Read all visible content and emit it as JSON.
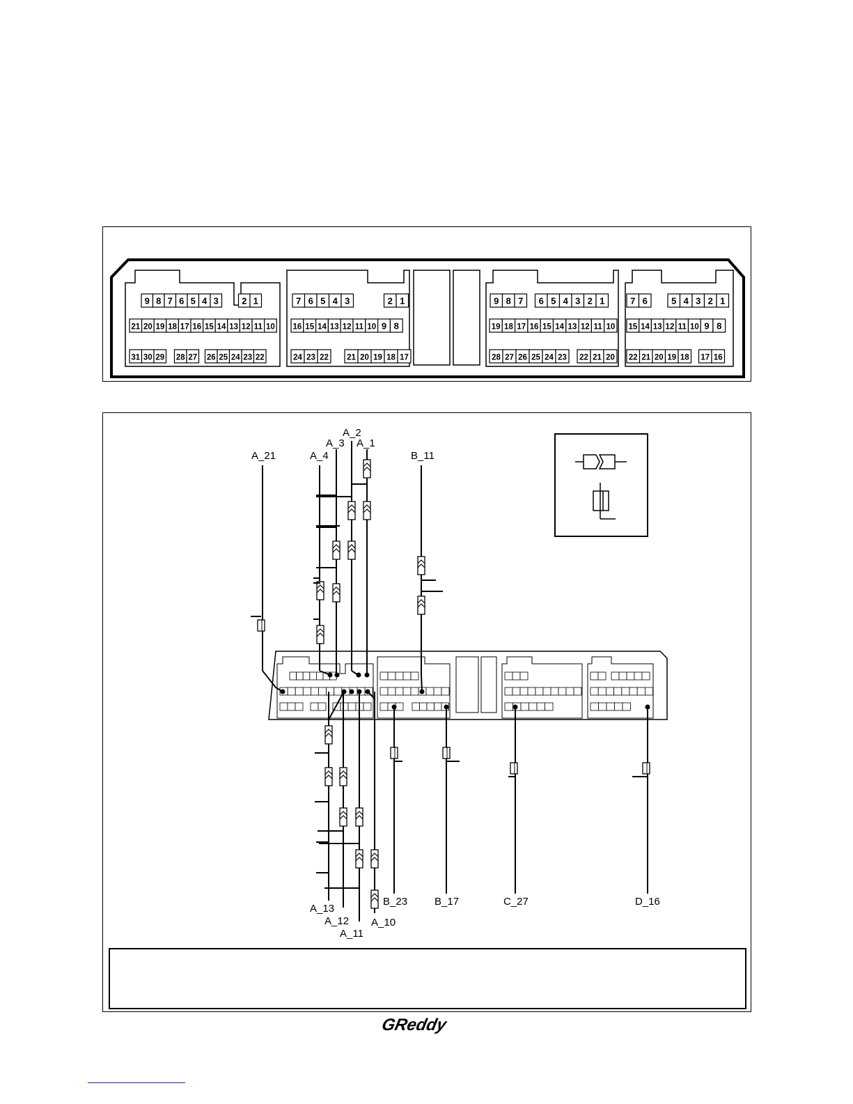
{
  "pinout": {
    "connector_a": {
      "row1": [
        "9",
        "8",
        "7",
        "6",
        "5",
        "4",
        "3",
        "2",
        "1"
      ],
      "row2": [
        "21",
        "20",
        "19",
        "18",
        "17",
        "16",
        "15",
        "14",
        "13",
        "12",
        "11",
        "10"
      ],
      "row3": [
        "31",
        "30",
        "29",
        "28",
        "27",
        "26",
        "25",
        "24",
        "23",
        "22"
      ]
    },
    "connector_b": {
      "row1": [
        "7",
        "6",
        "5",
        "4",
        "3",
        "2",
        "1"
      ],
      "row2": [
        "16",
        "15",
        "14",
        "13",
        "12",
        "11",
        "10",
        "9",
        "8"
      ],
      "row3": [
        "24",
        "23",
        "22",
        "21",
        "20",
        "19",
        "18",
        "17"
      ]
    },
    "connector_c": {
      "row1": [
        "9",
        "8",
        "7",
        "6",
        "5",
        "4",
        "3",
        "2",
        "1"
      ],
      "row2": [
        "19",
        "18",
        "17",
        "16",
        "15",
        "14",
        "13",
        "12",
        "11",
        "10"
      ],
      "row3": [
        "28",
        "27",
        "26",
        "25",
        "24",
        "23",
        "22",
        "21",
        "20"
      ]
    },
    "connector_d": {
      "row1": [
        "7",
        "6",
        "5",
        "4",
        "3",
        "2",
        "1"
      ],
      "row2": [
        "15",
        "14",
        "13",
        "12",
        "11",
        "10",
        "9",
        "8"
      ],
      "row3": [
        "22",
        "21",
        "20",
        "19",
        "18",
        "17",
        "16"
      ]
    }
  },
  "wiring": {
    "top_labels": [
      "A_2",
      "A_3",
      "A_1",
      "A_21",
      "A_4",
      "B_11"
    ],
    "bottom_labels": [
      "B_23",
      "B_17",
      "C_27",
      "D_16",
      "A_13",
      "A_12",
      "A_10",
      "A_11"
    ]
  },
  "brand": {
    "text": "GReddy"
  }
}
